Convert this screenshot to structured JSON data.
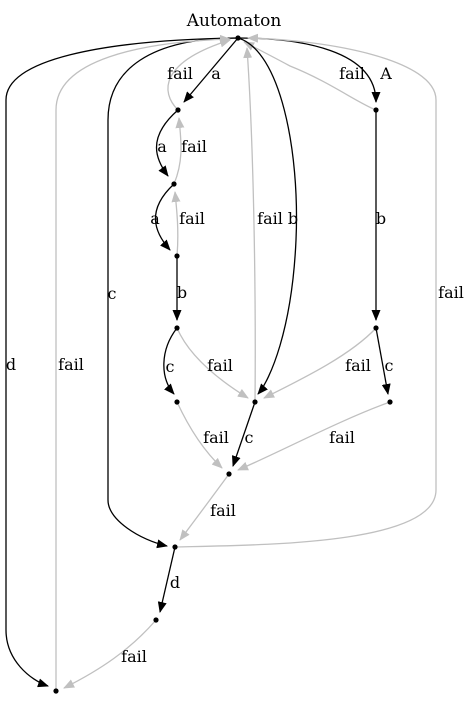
{
  "title": "Automaton",
  "colors": {
    "edge": "#000000",
    "fail": "#c0c0c0",
    "node": "#000000",
    "background": "#ffffff"
  },
  "nodes": [
    "root",
    "n_a",
    "n_A",
    "n_aa",
    "n_aaa",
    "n_aaab",
    "n_Ab",
    "n_aaabc",
    "n_b",
    "n_Abc",
    "n_bc",
    "n_c",
    "n_cd",
    "n_d"
  ],
  "edges": [
    {
      "from": "root",
      "to": "n_a",
      "label": "a",
      "kind": "char"
    },
    {
      "from": "n_a",
      "to": "root",
      "label": "fail",
      "kind": "fail"
    },
    {
      "from": "root",
      "to": "n_A",
      "label": "A",
      "kind": "char"
    },
    {
      "from": "n_A",
      "to": "root",
      "label": "fail",
      "kind": "fail"
    },
    {
      "from": "n_a",
      "to": "n_aa",
      "label": "a",
      "kind": "char"
    },
    {
      "from": "n_aa",
      "to": "n_a",
      "label": "fail",
      "kind": "fail"
    },
    {
      "from": "n_aa",
      "to": "n_aaa",
      "label": "a",
      "kind": "char"
    },
    {
      "from": "n_aaa",
      "to": "n_aa",
      "label": "fail",
      "kind": "fail"
    },
    {
      "from": "n_aaa",
      "to": "n_aaab",
      "label": "b",
      "kind": "char"
    },
    {
      "from": "n_A",
      "to": "n_Ab",
      "label": "b",
      "kind": "char"
    },
    {
      "from": "root",
      "to": "n_b",
      "label": "b",
      "kind": "char"
    },
    {
      "from": "n_b",
      "to": "root",
      "label": "fail",
      "kind": "fail"
    },
    {
      "from": "n_aaab",
      "to": "n_aaabc",
      "label": "c",
      "kind": "char"
    },
    {
      "from": "n_aaab",
      "to": "n_b",
      "label": "fail",
      "kind": "fail"
    },
    {
      "from": "n_Ab",
      "to": "n_b",
      "label": "fail",
      "kind": "fail"
    },
    {
      "from": "n_Ab",
      "to": "n_Abc",
      "label": "c",
      "kind": "char"
    },
    {
      "from": "n_aaabc",
      "to": "n_bc",
      "label": "fail",
      "kind": "fail"
    },
    {
      "from": "n_b",
      "to": "n_bc",
      "label": "c",
      "kind": "char"
    },
    {
      "from": "n_Abc",
      "to": "n_bc",
      "label": "fail",
      "kind": "fail"
    },
    {
      "from": "root",
      "to": "n_c",
      "label": "c",
      "kind": "char"
    },
    {
      "from": "n_bc",
      "to": "n_c",
      "label": "fail",
      "kind": "fail"
    },
    {
      "from": "n_c",
      "to": "root",
      "label": "fail",
      "kind": "fail"
    },
    {
      "from": "n_c",
      "to": "n_cd",
      "label": "d",
      "kind": "char"
    },
    {
      "from": "root",
      "to": "n_d",
      "label": "d",
      "kind": "char"
    },
    {
      "from": "n_d",
      "to": "root",
      "label": "fail",
      "kind": "fail"
    },
    {
      "from": "n_cd",
      "to": "n_d",
      "label": "fail",
      "kind": "fail"
    }
  ]
}
